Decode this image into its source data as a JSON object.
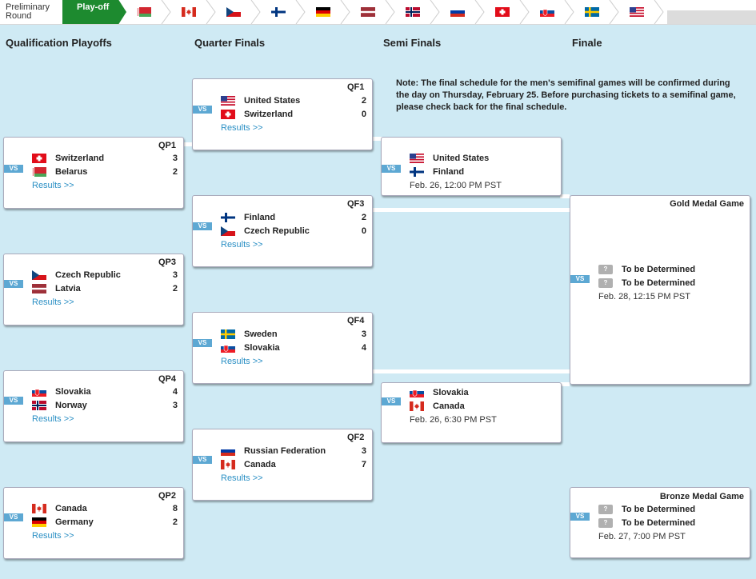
{
  "nav": {
    "preliminary_label": "Preliminary\nRound",
    "playoff_label": "Play-off",
    "flags": [
      "flag-belarus",
      "flag-canada",
      "flag-czech",
      "flag-finland",
      "flag-germany",
      "flag-latvia",
      "flag-norway",
      "flag-russia",
      "flag-switzerland",
      "flag-slovakia",
      "flag-sweden",
      "flag-usa"
    ]
  },
  "columns": {
    "qualification": "Qualification Playoffs",
    "quarter": "Quarter Finals",
    "semi": "Semi Finals",
    "finale": "Finale"
  },
  "note": "Note: The final schedule for the men's semifinal games will be confirmed during the day on Thursday, February 25. Before purchasing tickets to a semifinal game, please check back for the final schedule.",
  "vs_label": "VS",
  "results_label": "Results >>",
  "qp1": {
    "code": "QP1",
    "team1": "Switzerland",
    "score1": "3",
    "team2": "Belarus",
    "score2": "2"
  },
  "qp3": {
    "code": "QP3",
    "team1": "Czech Republic",
    "score1": "3",
    "team2": "Latvia",
    "score2": "2"
  },
  "qp4": {
    "code": "QP4",
    "team1": "Slovakia",
    "score1": "4",
    "team2": "Norway",
    "score2": "3"
  },
  "qp2": {
    "code": "QP2",
    "team1": "Canada",
    "score1": "8",
    "team2": "Germany",
    "score2": "2"
  },
  "qf1": {
    "code": "QF1",
    "team1": "United States",
    "score1": "2",
    "team2": "Switzerland",
    "score2": "0"
  },
  "qf3": {
    "code": "QF3",
    "team1": "Finland",
    "score1": "2",
    "team2": "Czech Republic",
    "score2": "0"
  },
  "qf4": {
    "code": "QF4",
    "team1": "Sweden",
    "score1": "3",
    "team2": "Slovakia",
    "score2": "4"
  },
  "qf2": {
    "code": "QF2",
    "team1": "Russian Federation",
    "score1": "3",
    "team2": "Canada",
    "score2": "7"
  },
  "sf1": {
    "team1": "United States",
    "team2": "Finland",
    "schedule": "Feb. 26, 12:00 PM PST"
  },
  "sf2": {
    "team1": "Slovakia",
    "team2": "Canada",
    "schedule": "Feb. 26, 6:30 PM PST"
  },
  "gold": {
    "title": "Gold Medal Game",
    "team1": "To be Determined",
    "team2": "To be Determined",
    "schedule": "Feb. 28, 12:15 PM PST",
    "badge": "?"
  },
  "bronze": {
    "title": "Bronze Medal Game",
    "team1": "To be Determined",
    "team2": "To be Determined",
    "schedule": "Feb. 27, 7:00 PM PST",
    "badge": "?"
  },
  "colors": {
    "background": "#cfeaf4",
    "vs_badge": "#5da8d3",
    "link": "#2a8fc4",
    "playoff_tab": "#1d8a2f"
  }
}
